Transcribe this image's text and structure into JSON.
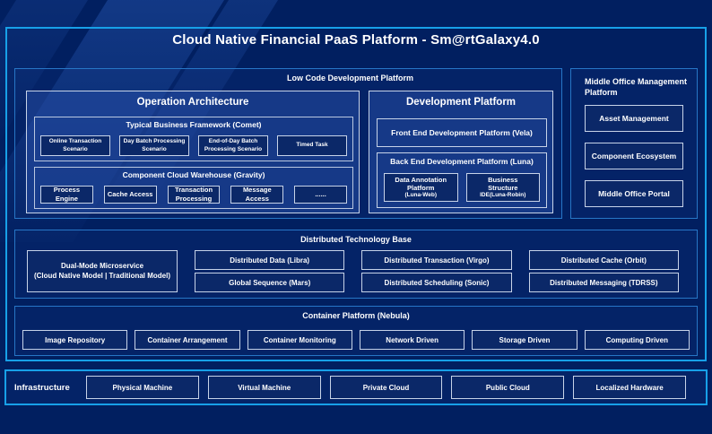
{
  "title": "Cloud Native Financial PaaS Platform - Sm@rtGalaxy4.0",
  "colors": {
    "background": "#011F60",
    "frame_border": "#17A0E8",
    "section_border": "#2776C6",
    "box_border": "#C7D3E8",
    "box_fill": "#0B2868",
    "text": "#FFFFFF"
  },
  "low_code": {
    "label": "Low Code Development Platform",
    "operation_architecture": {
      "title": "Operation Architecture",
      "typical_business_framework": {
        "title": "Typical Business Framework (Comet)",
        "items": [
          "Online Transaction Scenario",
          "Day Batch Processing Scenario",
          "End-of-Day Batch Processing Scenario",
          "Timed Task"
        ]
      },
      "component_cloud_warehouse": {
        "title": "Component Cloud Warehouse (Gravity)",
        "items": [
          "Process Engine",
          "Cache Access",
          "Transaction Processing",
          "Message Access",
          "......"
        ]
      }
    },
    "development_platform": {
      "title": "Development Platform",
      "front_end": "Front End Development Platform (Vela)",
      "back_end": {
        "title": "Back End Development Platform (Luna)",
        "items": [
          {
            "name": "Data Annotation Platform",
            "sub": "(Luna-Web)"
          },
          {
            "name": "Business Structure",
            "sub": "IDE(Luna-Robin)"
          }
        ]
      }
    }
  },
  "middle_office": {
    "label": "Middle Office Management Platform",
    "items": [
      "Asset Management",
      "Component Ecosystem",
      "Middle Office Portal"
    ]
  },
  "distributed": {
    "label": "Distributed Technology Base",
    "dual_mode": {
      "line1": "Dual-Mode Microservice",
      "line2": "(Cloud Native Model | Traditional Model)"
    },
    "columns": [
      {
        "top": "Distributed Data (Libra)",
        "bottom": "Global Sequence (Mars)"
      },
      {
        "top": "Distributed Transaction (Virgo)",
        "bottom": "Distributed Scheduling (Sonic)"
      },
      {
        "top": "Distributed Cache (Orbit)",
        "bottom": "Distributed Messaging (TDRSS)"
      }
    ]
  },
  "container_platform": {
    "label": "Container Platform (Nebula)",
    "items": [
      "Image Repository",
      "Container Arrangement",
      "Container Monitoring",
      "Network Driven",
      "Storage Driven",
      "Computing Driven"
    ]
  },
  "infrastructure": {
    "label": "Infrastructure",
    "items": [
      "Physical Machine",
      "Virtual Machine",
      "Private Cloud",
      "Public Cloud",
      "Localized Hardware"
    ]
  }
}
